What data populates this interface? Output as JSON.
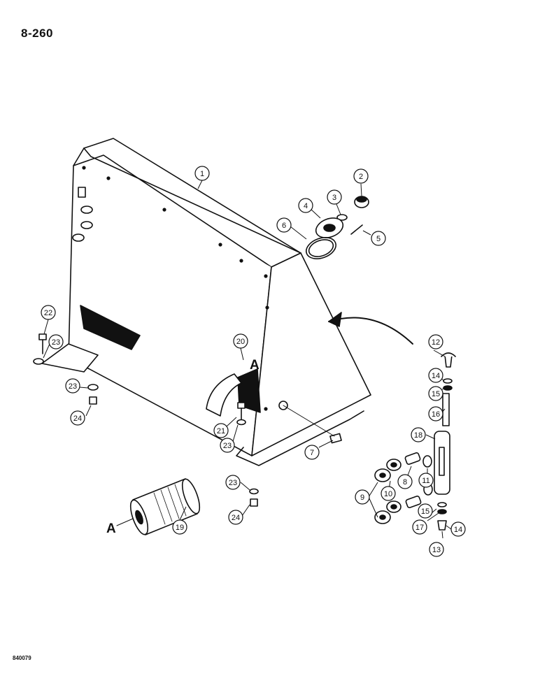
{
  "page": {
    "page_number": "8-260",
    "figure_code": "840079"
  },
  "section_marks": {
    "pump_label": "A",
    "filter_label": "A"
  },
  "callouts": [
    "1",
    "2",
    "3",
    "4",
    "5",
    "6",
    "7",
    "8",
    "9",
    "10",
    "11",
    "12",
    "13",
    "14",
    "14",
    "15",
    "15",
    "16",
    "17",
    "18",
    "19",
    "20",
    "21",
    "22",
    "23",
    "23",
    "23",
    "23",
    "24",
    "24"
  ]
}
